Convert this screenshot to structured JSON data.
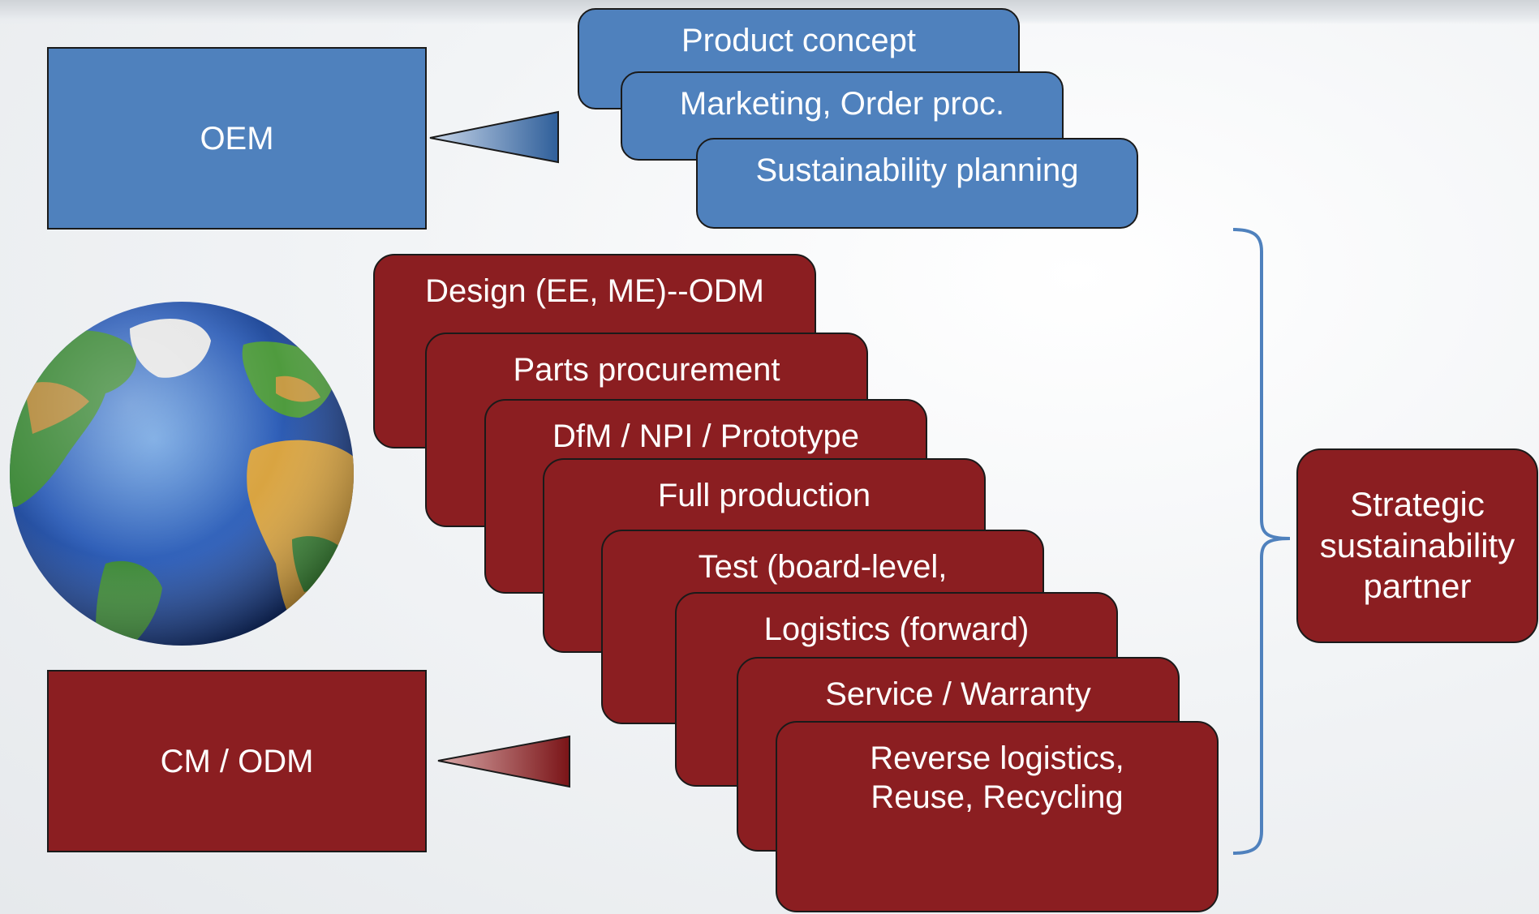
{
  "oem": {
    "label": "OEM"
  },
  "cm_odm": {
    "label": "CM / ODM"
  },
  "oem_functions": [
    "Product concept",
    "Marketing, Order proc.",
    "Sustainability planning"
  ],
  "cm_functions": [
    "Design (EE, ME)--ODM",
    "Parts procurement",
    "DfM / NPI / Prototype",
    "Full production",
    "Test (board-level,",
    "Logistics (forward)",
    "Service / Warranty",
    "Reverse logistics,\nReuse, Recycling"
  ],
  "partner": {
    "label": "Strategic sustainability partner"
  },
  "colors": {
    "blue": "#4f81bd",
    "red": "#8b1e21",
    "brace": "#4f81bd"
  }
}
